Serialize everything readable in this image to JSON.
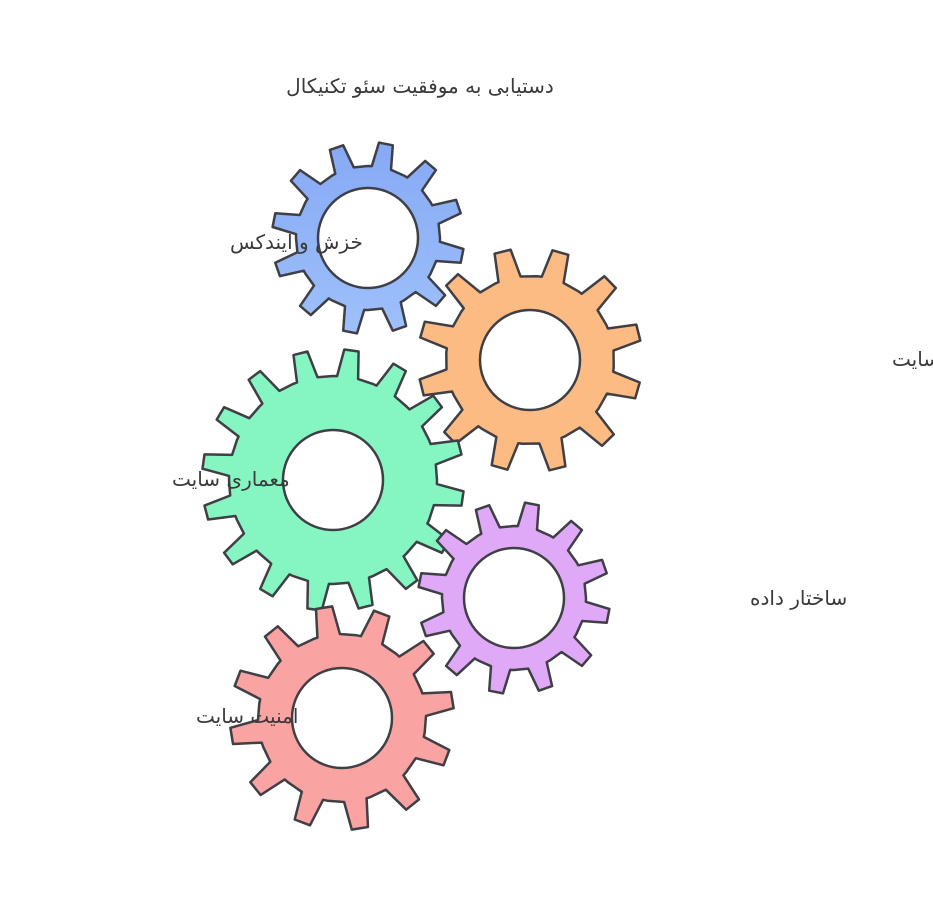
{
  "diagram": {
    "title": "دستیابی به موفقیت سئو تکنیکال",
    "gears": [
      {
        "id": "crawl-index",
        "label": "خزش و ایندکس",
        "color": "#8aaef6",
        "color_light": "#a8c4fa",
        "teeth": 12
      },
      {
        "id": "site-speed",
        "label": "سرعت بارگذاری سایت",
        "color": "#fdbb84",
        "teeth": 12
      },
      {
        "id": "site-architecture",
        "label": "معماری سایت",
        "color": "#85f5c2",
        "teeth": 16
      },
      {
        "id": "data-structure",
        "label": "ساختار داده",
        "color": "#e0a9f7",
        "teeth": 12
      },
      {
        "id": "site-security",
        "label": "امنیت سایت",
        "color": "#f9a3a3",
        "teeth": 12
      }
    ]
  }
}
